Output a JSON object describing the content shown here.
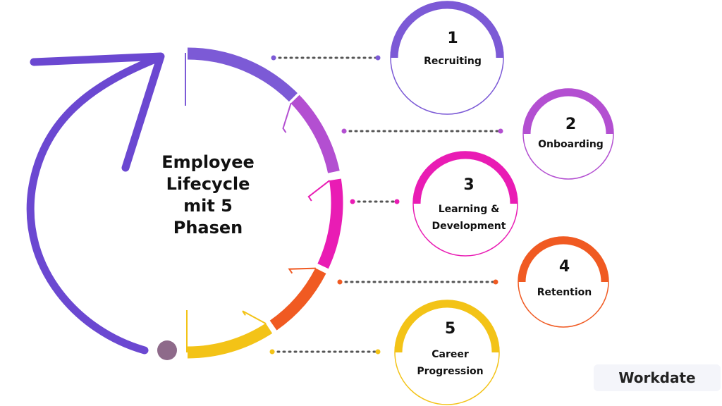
{
  "title_lines": [
    "Employee",
    "Lifecycle",
    "mit 5",
    "Phasen"
  ],
  "phases": [
    {
      "number": "1",
      "label_lines": [
        "Recruiting"
      ],
      "color": "#7c5ad6"
    },
    {
      "number": "2",
      "label_lines": [
        "Onboarding"
      ],
      "color": "#b34fd1"
    },
    {
      "number": "3",
      "label_lines": [
        "Learning &",
        "Development"
      ],
      "color": "#e91cb4"
    },
    {
      "number": "4",
      "label_lines": [
        "Retention"
      ],
      "color": "#f05a22"
    },
    {
      "number": "5",
      "label_lines": [
        "Career",
        "Progression"
      ],
      "color": "#f3c317"
    }
  ],
  "arrow_color": "#6b48d1",
  "logo": "Workdate"
}
